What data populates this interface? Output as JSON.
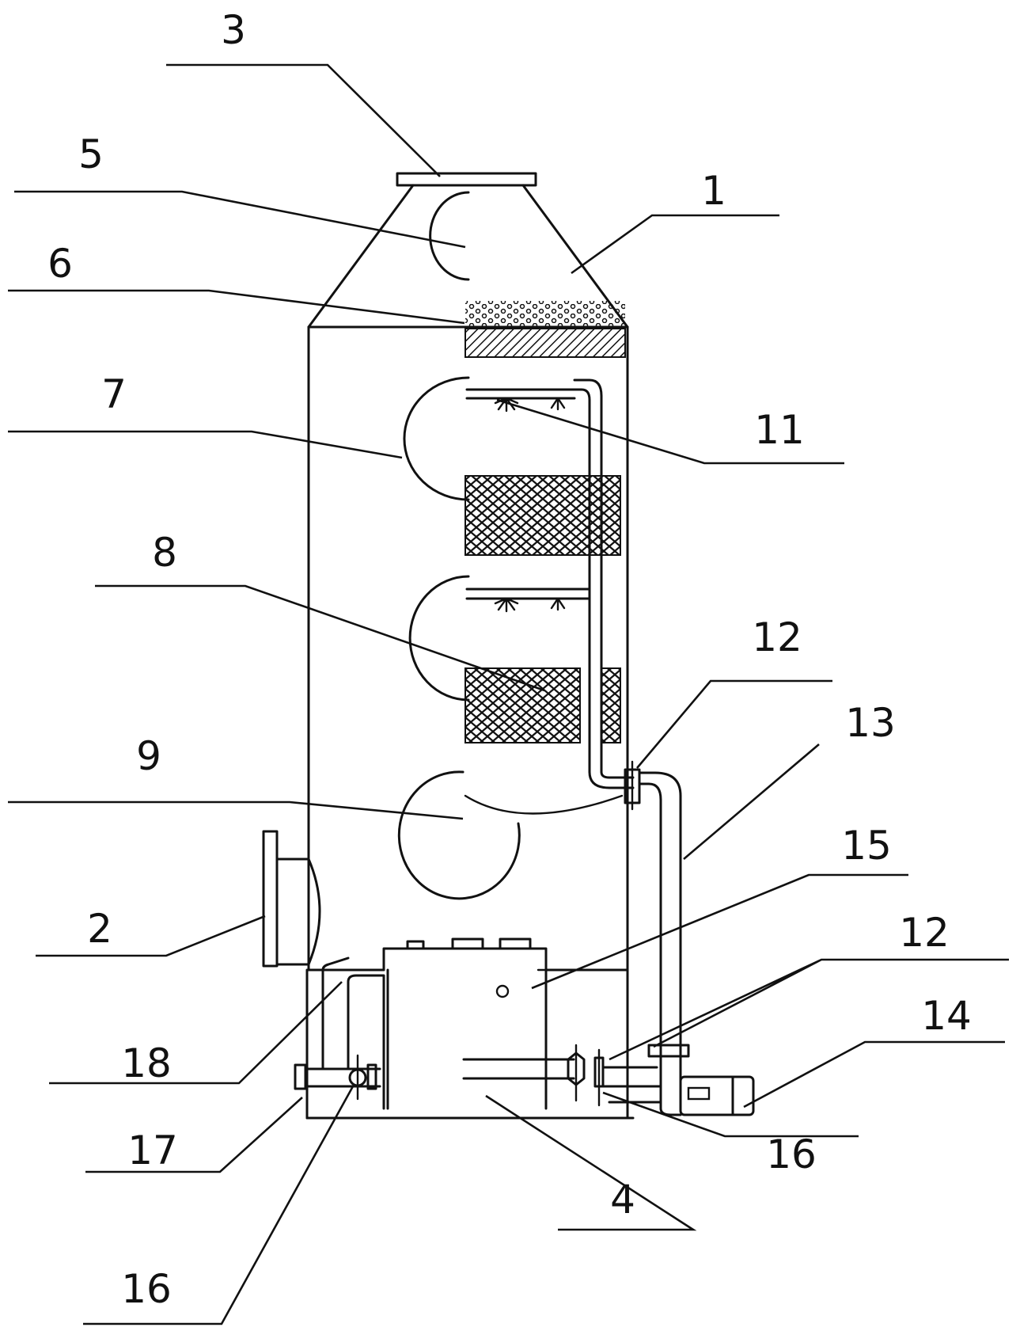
{
  "figure": {
    "type": "equipment schematic",
    "labels": [
      {
        "id": "L1",
        "text": "1"
      },
      {
        "id": "L2",
        "text": "2"
      },
      {
        "id": "L3",
        "text": "3"
      },
      {
        "id": "L4",
        "text": "4"
      },
      {
        "id": "L5",
        "text": "5"
      },
      {
        "id": "L6",
        "text": "6"
      },
      {
        "id": "L7",
        "text": "7"
      },
      {
        "id": "L8",
        "text": "8"
      },
      {
        "id": "L9",
        "text": "9"
      },
      {
        "id": "L11",
        "text": "11"
      },
      {
        "id": "L12a",
        "text": "12"
      },
      {
        "id": "L12b",
        "text": "12"
      },
      {
        "id": "L13",
        "text": "13"
      },
      {
        "id": "L14",
        "text": "14"
      },
      {
        "id": "L15",
        "text": "15"
      },
      {
        "id": "L16a",
        "text": "16"
      },
      {
        "id": "L16b",
        "text": "16"
      },
      {
        "id": "L17",
        "text": "17"
      },
      {
        "id": "L18",
        "text": "18"
      }
    ]
  }
}
